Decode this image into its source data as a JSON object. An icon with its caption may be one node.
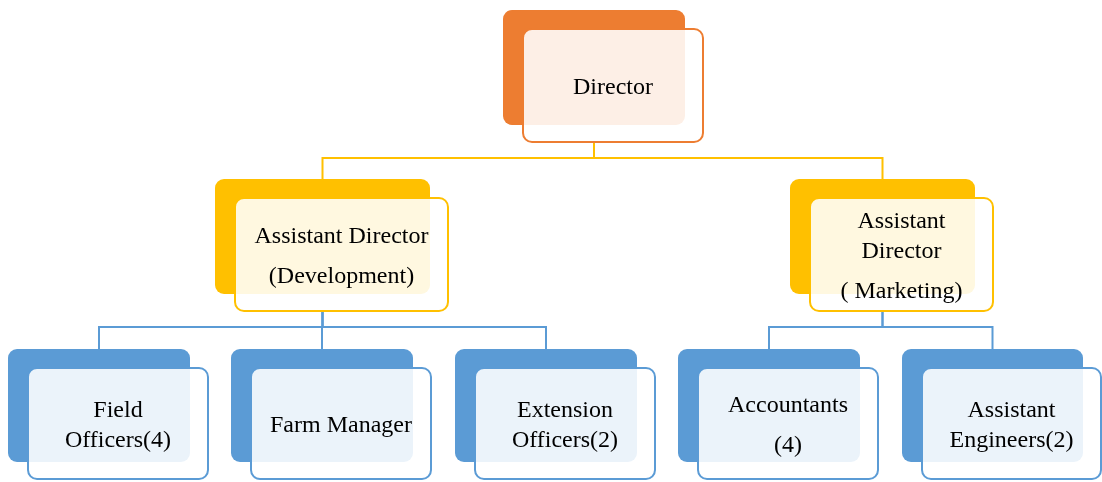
{
  "diagram": {
    "nodes": [
      {
        "text": [
          "Director"
        ]
      },
      {
        "text": [
          "Assistant Director",
          "(Development)"
        ]
      },
      {
        "text": [
          "Assistant Director",
          "( Marketing)"
        ]
      },
      {
        "text": [
          "Field Officers(4)"
        ]
      },
      {
        "text": [
          "Farm Manager"
        ]
      },
      {
        "text": [
          "Extension Officers(2)"
        ]
      },
      {
        "text": [
          "Accountants",
          "(4)"
        ]
      },
      {
        "text": [
          "Assistant Engineers(2)"
        ]
      }
    ],
    "edges": [
      {
        "from": 0,
        "to": 1,
        "arrow": "none",
        "color": "#ffc000"
      },
      {
        "from": 0,
        "to": 2,
        "arrow": "none",
        "color": "#ffc000"
      },
      {
        "from": 1,
        "to": 3,
        "arrow": "none"
      },
      {
        "from": 1,
        "to": 4,
        "arrow": "none"
      },
      {
        "from": 1,
        "to": 5,
        "arrow": "none"
      },
      {
        "from": 2,
        "to": 6,
        "arrow": "none"
      },
      {
        "from": 2,
        "to": 7,
        "arrow": "none"
      }
    ]
  }
}
